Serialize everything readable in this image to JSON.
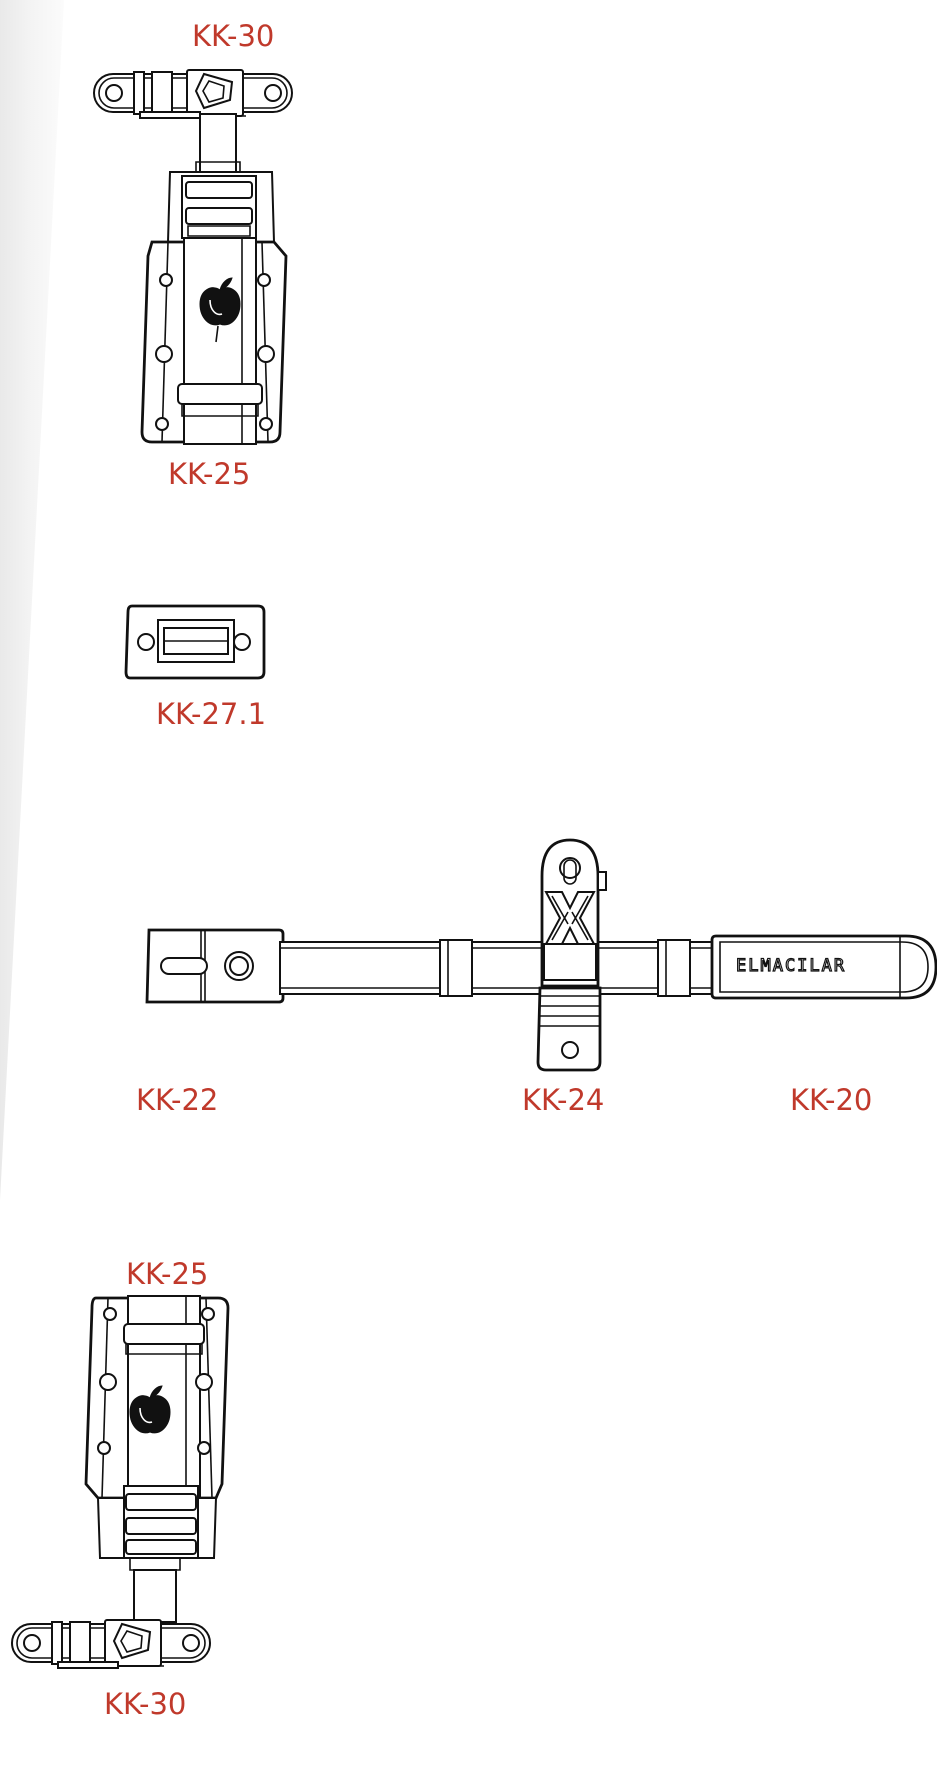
{
  "labels": {
    "kk30_top": "KK-30",
    "kk25_top": "KK-25",
    "kk271": "KK-27.1",
    "kk22": "KK-22",
    "kk24": "KK-24",
    "kk20": "KK-20",
    "kk25_bottom": "KK-25",
    "kk30_bottom": "KK-30"
  },
  "bar_handle_logo": "ELMACILAR",
  "colors": {
    "label": "#c0392b",
    "line": "#111111",
    "background": "#ffffff"
  }
}
